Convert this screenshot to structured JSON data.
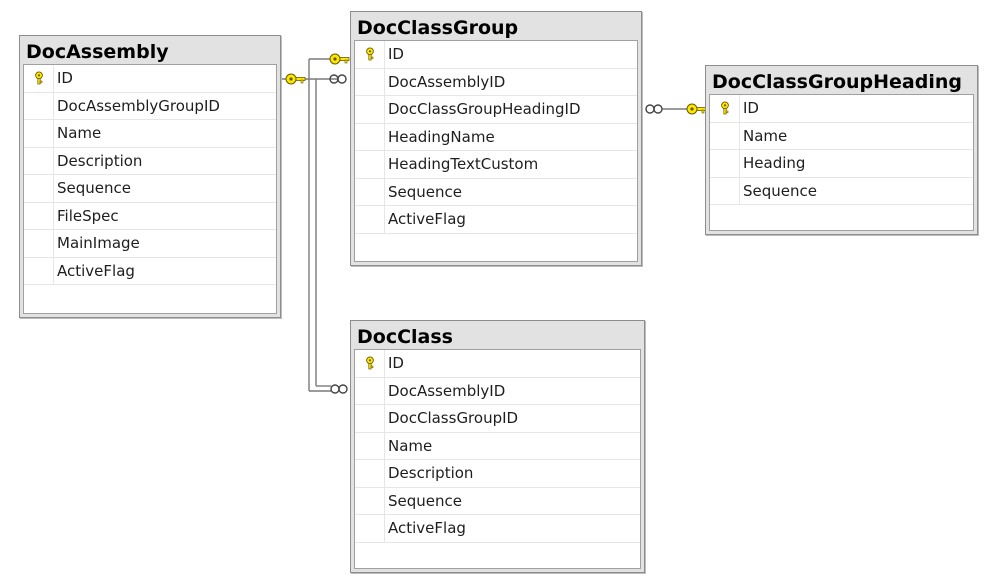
{
  "tables": {
    "doc_assembly": {
      "title": "DocAssembly",
      "columns": [
        {
          "name": "ID",
          "primary_key": true
        },
        {
          "name": "DocAssemblyGroupID",
          "primary_key": false
        },
        {
          "name": "Name",
          "primary_key": false
        },
        {
          "name": "Description",
          "primary_key": false
        },
        {
          "name": "Sequence",
          "primary_key": false
        },
        {
          "name": "FileSpec",
          "primary_key": false
        },
        {
          "name": "MainImage",
          "primary_key": false
        },
        {
          "name": "ActiveFlag",
          "primary_key": false
        }
      ]
    },
    "doc_class_group": {
      "title": "DocClassGroup",
      "columns": [
        {
          "name": "ID",
          "primary_key": true
        },
        {
          "name": "DocAssemblyID",
          "primary_key": false
        },
        {
          "name": "DocClassGroupHeadingID",
          "primary_key": false
        },
        {
          "name": "HeadingName",
          "primary_key": false
        },
        {
          "name": "HeadingTextCustom",
          "primary_key": false
        },
        {
          "name": "Sequence",
          "primary_key": false
        },
        {
          "name": "ActiveFlag",
          "primary_key": false
        }
      ]
    },
    "doc_class_group_heading": {
      "title": "DocClassGroupHeading",
      "columns": [
        {
          "name": "ID",
          "primary_key": true
        },
        {
          "name": "Name",
          "primary_key": false
        },
        {
          "name": "Heading",
          "primary_key": false
        },
        {
          "name": "Sequence",
          "primary_key": false
        }
      ]
    },
    "doc_class": {
      "title": "DocClass",
      "columns": [
        {
          "name": "ID",
          "primary_key": true
        },
        {
          "name": "DocAssemblyID",
          "primary_key": false
        },
        {
          "name": "DocClassGroupID",
          "primary_key": false
        },
        {
          "name": "Name",
          "primary_key": false
        },
        {
          "name": "Description",
          "primary_key": false
        },
        {
          "name": "Sequence",
          "primary_key": false
        },
        {
          "name": "ActiveFlag",
          "primary_key": false
        }
      ]
    }
  },
  "relationships": [
    {
      "one": "DocAssembly",
      "many": "DocClassGroup"
    },
    {
      "one": "DocAssembly",
      "many": "DocClass"
    },
    {
      "one": "DocClassGroup",
      "many": "DocClass"
    },
    {
      "one": "DocClassGroupHeading",
      "many": "DocClassGroup"
    }
  ],
  "colors": {
    "title_bar": "#e2e2e2",
    "border": "#8d8d8d",
    "connector": "#7a7a7a",
    "key_fill": "#ffe800",
    "key_stroke": "#6b5a00"
  },
  "icons": {
    "primary_key": "key-icon",
    "one_end": "key-icon",
    "many_end": "infinity-icon"
  }
}
